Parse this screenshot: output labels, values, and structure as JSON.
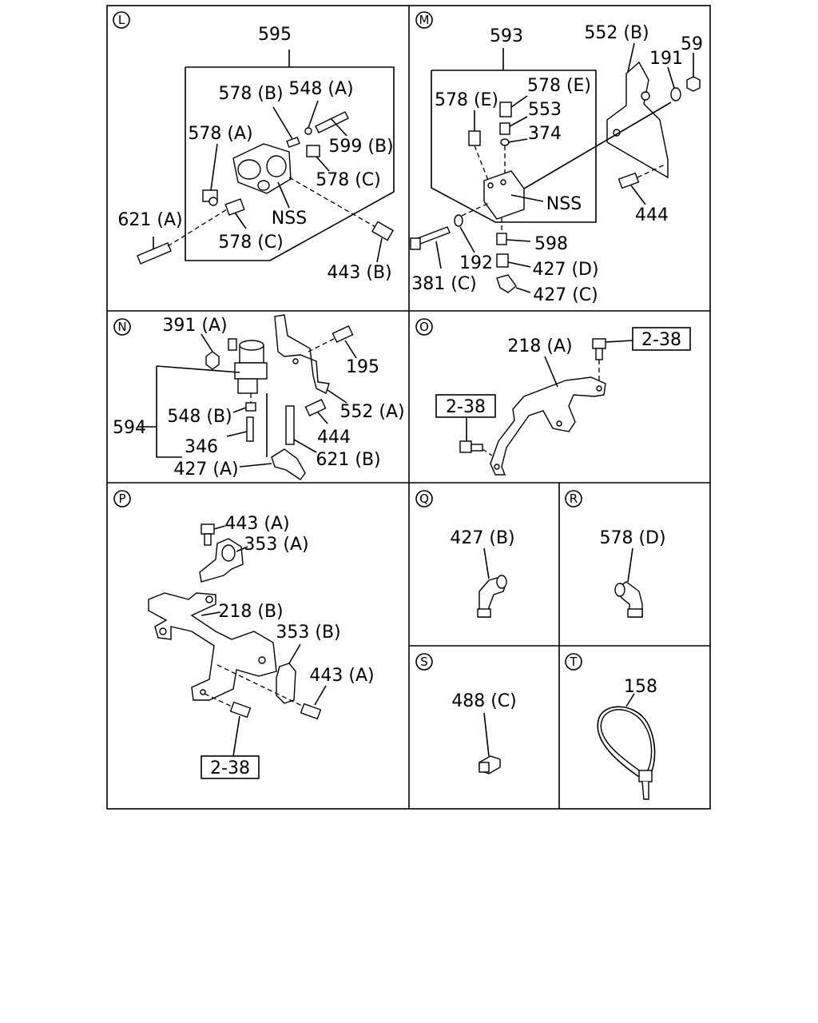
{
  "panels": {
    "L": {
      "marker": "L",
      "labels": {
        "assembly": "595",
        "a548": "548 (A)",
        "b578": "578 (B)",
        "a578": "578 (A)",
        "b599": "599 (B)",
        "c578_top": "578 (C)",
        "nss": "NSS",
        "a621": "621 (A)",
        "c578_bottom": "578 (C)",
        "b443": "443 (B)"
      }
    },
    "M": {
      "marker": "M",
      "labels": {
        "assembly": "593",
        "b552": "552 (B)",
        "p59": "59",
        "p191": "191",
        "e578_right": "578 (E)",
        "e578_left": "578 (E)",
        "p553": "553",
        "p374": "374",
        "nss": "NSS",
        "p444": "444",
        "p598": "598",
        "p192": "192",
        "d427": "427 (D)",
        "c381": "381 (C)",
        "c427": "427 (C)"
      }
    },
    "N": {
      "marker": "N",
      "labels": {
        "a391": "391 (A)",
        "p195": "195",
        "a552": "552 (A)",
        "p594": "594",
        "b548": "548 (B)",
        "p346": "346",
        "p444": "444",
        "b621": "621 (B)",
        "a427": "427 (A)"
      }
    },
    "O": {
      "marker": "O",
      "labels": {
        "a218": "218 (A)",
        "ref_top": "2-38",
        "ref_left": "2-38"
      }
    },
    "P": {
      "marker": "P",
      "labels": {
        "a443_top": "443 (A)",
        "a353": "353 (A)",
        "b218": "218 (B)",
        "b353": "353 (B)",
        "a443_right": "443 (A)",
        "ref": "2-38"
      }
    },
    "Q": {
      "marker": "Q",
      "labels": {
        "b427": "427 (B)"
      }
    },
    "R": {
      "marker": "R",
      "labels": {
        "d578": "578 (D)"
      }
    },
    "S": {
      "marker": "S",
      "labels": {
        "c488": "488 (C)"
      }
    },
    "T": {
      "marker": "T",
      "labels": {
        "p158": "158"
      }
    }
  }
}
